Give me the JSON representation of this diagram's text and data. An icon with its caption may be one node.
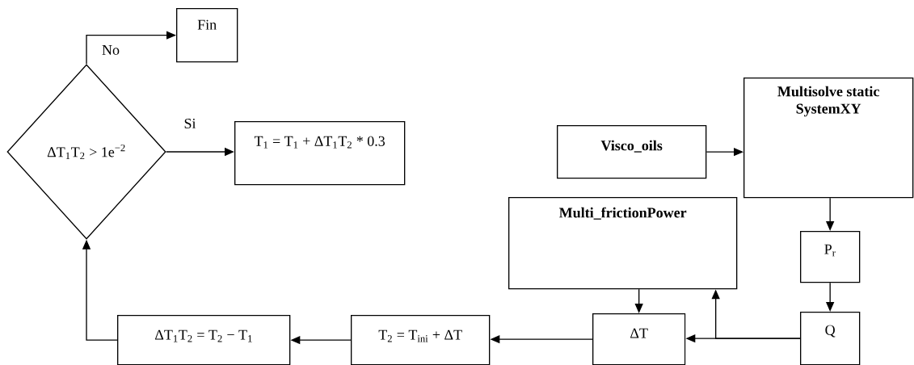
{
  "diagram": {
    "nodes": [
      {
        "text": [
          "ΔT$_{1}$T$_{2}$ > 1e$^{−2}$"
        ]
      },
      {
        "text": [
          "Fin"
        ]
      },
      {
        "text": [
          "T$_{1}$ = T$_{1}$ + ΔT$_{1}$T$_{2}$ * 0.3"
        ]
      },
      {
        "text": [
          "Multisolve static SystemXY"
        ]
      },
      {
        "text": [
          "Visco_oils"
        ]
      },
      {
        "text": [
          "Multi_frictionPower"
        ]
      },
      {
        "text": [
          "P$_{r}$"
        ]
      },
      {
        "text": [
          "ΔT$_{1}$T$_{2}$ = T$_{2}$ − T$_{1}$"
        ]
      },
      {
        "text": [
          "T$_{2}$ = T$_{ini}$ + ΔT"
        ]
      },
      {
        "text": [
          "ΔT"
        ]
      },
      {
        "text": [
          "Q"
        ]
      }
    ],
    "edges": [
      {
        "from": 0,
        "to": 1,
        "arrow": "to",
        "label": "No"
      },
      {
        "from": 0,
        "to": 2,
        "arrow": "to",
        "label": "Si"
      },
      {
        "from": 4,
        "to": 3,
        "arrow": "to"
      },
      {
        "from": 3,
        "to": 6,
        "arrow": "to"
      },
      {
        "from": 6,
        "to": 10,
        "arrow": "to"
      },
      {
        "from": 10,
        "to": 9,
        "arrow": "to"
      },
      {
        "from": 10,
        "to": 5,
        "arrow": "to"
      },
      {
        "from": 5,
        "to": 9,
        "arrow": "to"
      },
      {
        "from": 9,
        "to": 8,
        "arrow": "to"
      },
      {
        "from": 8,
        "to": 7,
        "arrow": "to"
      },
      {
        "from": 7,
        "to": 0,
        "arrow": "to"
      }
    ]
  }
}
